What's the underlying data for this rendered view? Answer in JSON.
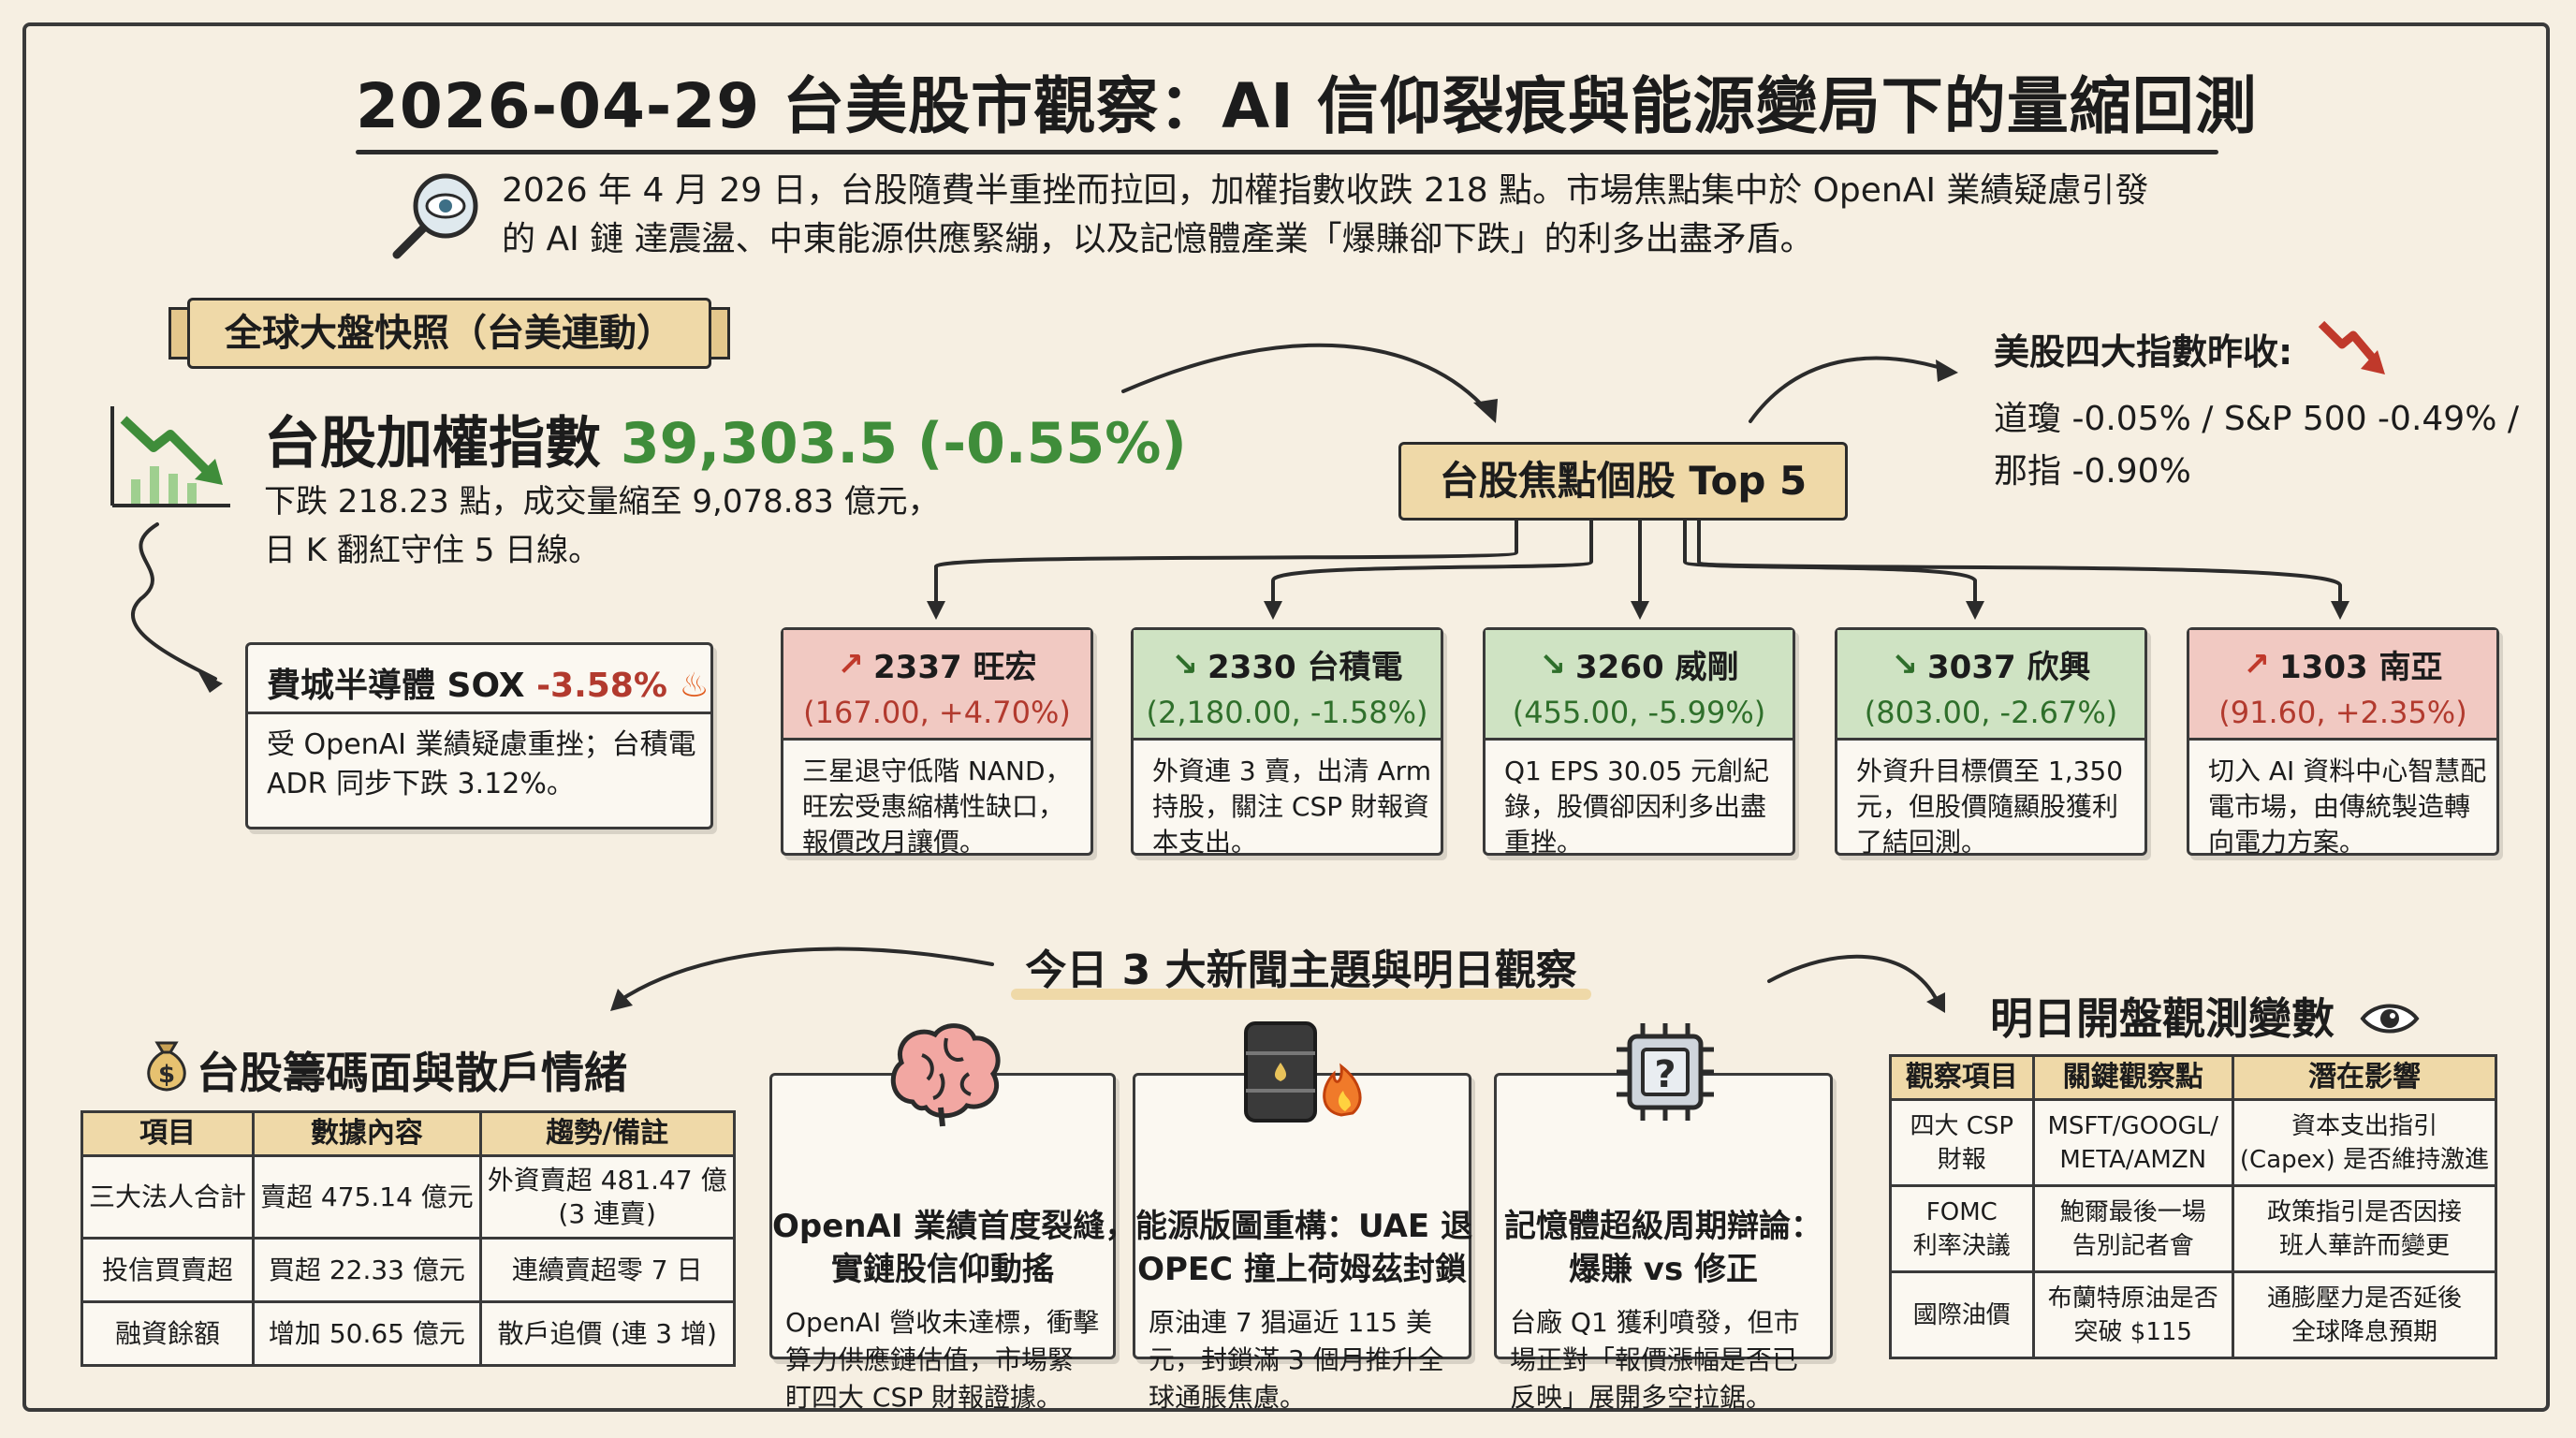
{
  "header": {
    "title": "2026-04-29 台美股市觀察：AI 信仰裂痕與能源變局下的量縮回測",
    "intro_line1": "2026 年 4 月 29 日，台股隨費半重挫而拉回，加權指數收跌 218 點。市場焦點集中於 OpenAI 業績疑慮引發",
    "intro_line2": "的 AI 鏈  達震盪、中東能源供應緊繃，以及記憶體產業「爆賺卻下跌」的利多出盡矛盾。"
  },
  "snapshot": {
    "banner": "全球大盤快照（台美連動）",
    "taiex_label": "台股加權指數",
    "taiex_value": "39,303.5 (-0.55%)",
    "taiex_desc1": "下跌 218.23 點，成交量縮至 9,078.83 億元，",
    "taiex_desc2": "日 K 翻紅守住 5 日線。",
    "sox_label": "費城半導體 SOX",
    "sox_value": "-3.58%",
    "sox_desc1": "受 OpenAI 業績疑慮重挫；台積電",
    "sox_desc2": "ADR 同步下跌 3.12%。"
  },
  "us_indices": {
    "title": "美股四大指數昨收:",
    "line1": "道瓊 -0.05% / S&P 500 -0.49% /",
    "line2": "那指 -0.90%"
  },
  "top5": {
    "banner": "台股焦點個股 Top 5",
    "stocks": [
      {
        "name": "2337 旺宏",
        "price": "(167.00, +4.70%)",
        "trend": "up",
        "desc": [
          "三星退守低階 NAND，",
          "旺宏受惠縮構性缺口，",
          "報價改月讓價。"
        ]
      },
      {
        "name": "2330 台積電",
        "price": "(2,180.00, -1.58%)",
        "trend": "down",
        "desc": [
          "外資連 3 賣，出清 Arm",
          "持股，關注 CSP 財報資",
          "本支出。"
        ]
      },
      {
        "name": "3260 威剛",
        "price": "(455.00, -5.99%)",
        "trend": "down",
        "desc": [
          "Q1 EPS 30.05 元創紀",
          "錄，股價卻因利多出盡",
          "重挫。"
        ]
      },
      {
        "name": "3037 欣興",
        "price": "(803.00, -2.67%)",
        "trend": "down",
        "desc": [
          "外資升目標價至 1,350",
          "元，但股價隨顯股獲利",
          "了結回測。"
        ]
      },
      {
        "name": "1303 南亞",
        "price": "(91.60, +2.35%)",
        "trend": "up",
        "desc": [
          "切入 AI 資料中心智慧配",
          "電市場，由傳統製造轉",
          "向電力方案。"
        ]
      }
    ]
  },
  "news": {
    "title": "今日 3 大新聞主題與明日觀察",
    "themes": [
      {
        "icon": "brain-icon",
        "title1": "OpenAI 業績首度裂縫，",
        "title2": "實鏈股信仰動搖",
        "body": [
          "OpenAI 營收未達標，衝擊",
          "算力供應鏈估值，市場緊",
          "盯四大 CSP 財報證據。"
        ]
      },
      {
        "icon": "oil-barrel-icon",
        "title1": "能源版圖重構：UAE 退",
        "title2": "OPEC 撞上荷姆茲封鎖",
        "body": [
          "原油連 7 猖逼近 115 美",
          "元，封鎖滿 3 個月推升全",
          "球通脹焦慮。"
        ]
      },
      {
        "icon": "chip-question-icon",
        "title1": "記憶體超級周期辯論：",
        "title2": "爆賺 vs 修正",
        "body": [
          "台廠 Q1 獲利噴發，但市",
          "場正對「報價漲幅是否已",
          "反映」展開多空拉鋸。"
        ]
      }
    ]
  },
  "chips": {
    "title": "台股籌碼面與散戶情緒",
    "headers": [
      "項目",
      "數據內容",
      "趨勢/備註"
    ],
    "rows": [
      [
        "三大法人合計",
        "賣超 475.14 億元",
        "外資賣超 481.47 億",
        "(3 連賣)"
      ],
      [
        "投信買賣超",
        "買超 22.33 億元",
        "連續賣超零 7 日",
        ""
      ],
      [
        "融資餘額",
        "增加 50.65 億元",
        "散戶追價 (連 3 增)",
        ""
      ]
    ]
  },
  "observe": {
    "title": "明日開盤觀測變數",
    "headers": [
      "觀察項目",
      "關鍵觀察點",
      "潛在影響"
    ],
    "rows": [
      [
        "四大 CSP",
        "財報",
        "MSFT/GOOGL/",
        "META/AMZN",
        "資本支出指引",
        "(Capex) 是否維持激進"
      ],
      [
        "FOMC",
        "利率決議",
        "鮑爾最後一場",
        "告別記者會",
        "政策指引是否因接",
        "班人華許而變更"
      ],
      [
        "國際油價",
        "",
        "布蘭特原油是否",
        "突破 $115",
        "通膨壓力是否延後",
        "全球降息預期"
      ]
    ]
  },
  "colors": {
    "red": "#b23a2e",
    "green": "#3f8d3a",
    "banner": "#efd9a8",
    "up_bg": "#f1c9c2",
    "down_bg": "#cfe3c3"
  }
}
